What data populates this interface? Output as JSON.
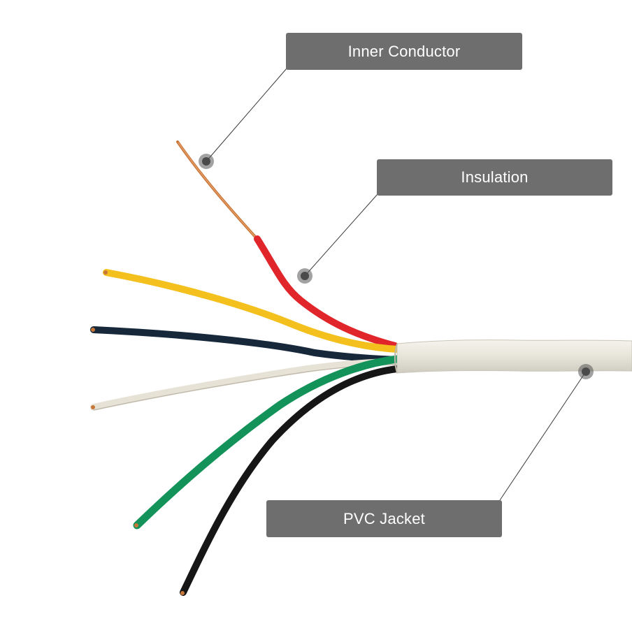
{
  "labels": {
    "inner_conductor": "Inner Conductor",
    "insulation": "Insulation",
    "pvc_jacket": "PVC Jacket"
  },
  "colors": {
    "label_bg": "#6e6e6e",
    "label_text": "#ffffff",
    "leader_line": "#3a3a3a",
    "marker": "#555555",
    "copper": "#c8773a",
    "red": "#e0262b",
    "yellow": "#f4c01e",
    "navy": "#16283a",
    "white_wire": "#e6e2d6",
    "green": "#13935a",
    "black": "#161616",
    "jacket": "#e9e6dc"
  },
  "icons": [
    "copper-conductor",
    "red-wire",
    "yellow-wire",
    "navy-wire",
    "white-wire",
    "green-wire",
    "black-wire",
    "pvc-jacket"
  ]
}
